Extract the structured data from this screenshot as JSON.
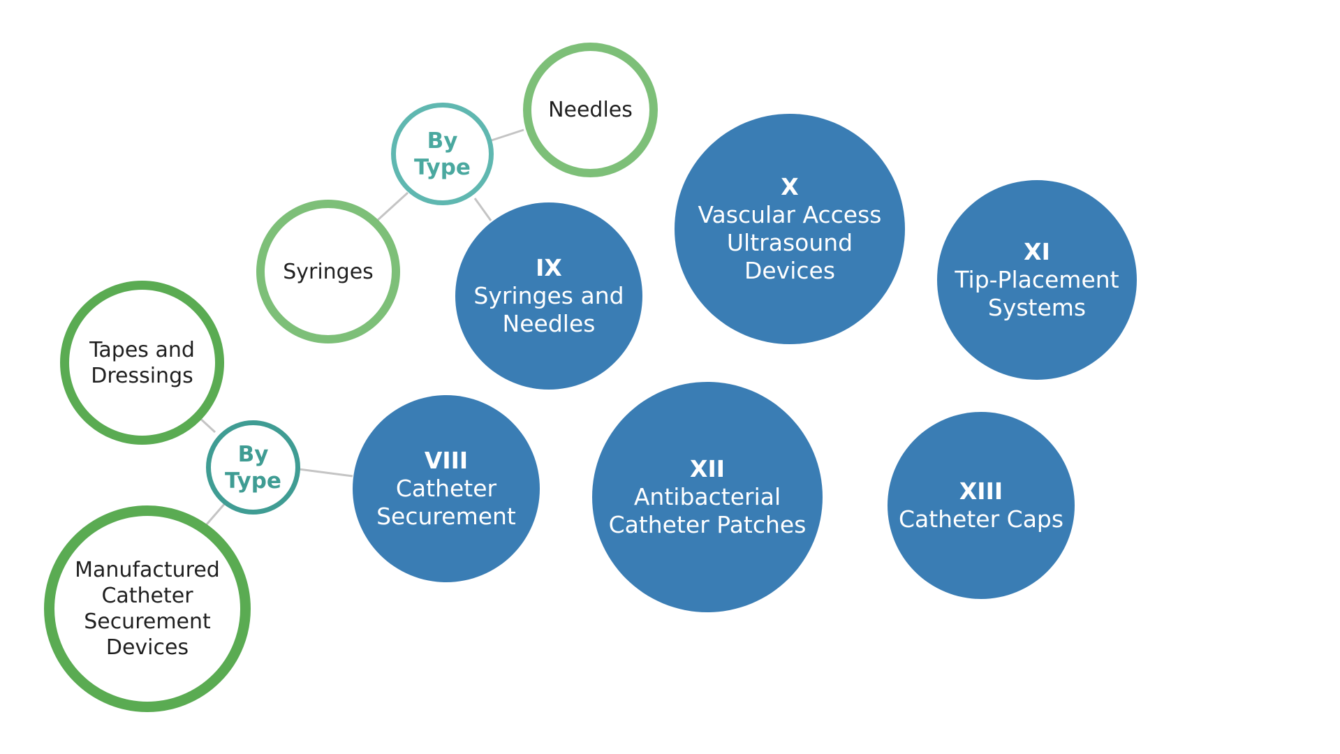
{
  "colors": {
    "category_fill": "#3a7db4",
    "leaf_ring_light": "#7dbf78",
    "leaf_ring_dark": "#5aab52",
    "type_ring_light": "#5fb7b0",
    "type_ring_dark": "#3f9c93",
    "type_text_light": "#4aa89f",
    "type_text_dark": "#3f9c93",
    "connector": "#c4c4c4"
  },
  "type_groups": {
    "upper": {
      "label": "By\nType",
      "items": [
        "Needles",
        "Syringes"
      ]
    },
    "lower": {
      "label": "By\nType",
      "items": [
        "Tapes and\nDressings",
        "Manufactured\nCatheter\nSecurement\nDevices"
      ]
    }
  },
  "categories": [
    {
      "numeral": "VIII",
      "label": "Catheter\nSecurement"
    },
    {
      "numeral": "IX",
      "label": "Syringes and\nNeedles"
    },
    {
      "numeral": "X",
      "label": "Vascular Access\nUltrasound\nDevices"
    },
    {
      "numeral": "XI",
      "label": "Tip-Placement\nSystems"
    },
    {
      "numeral": "XII",
      "label": "Antibacterial\nCatheter Patches"
    },
    {
      "numeral": "XIII",
      "label": "Catheter Caps"
    }
  ]
}
